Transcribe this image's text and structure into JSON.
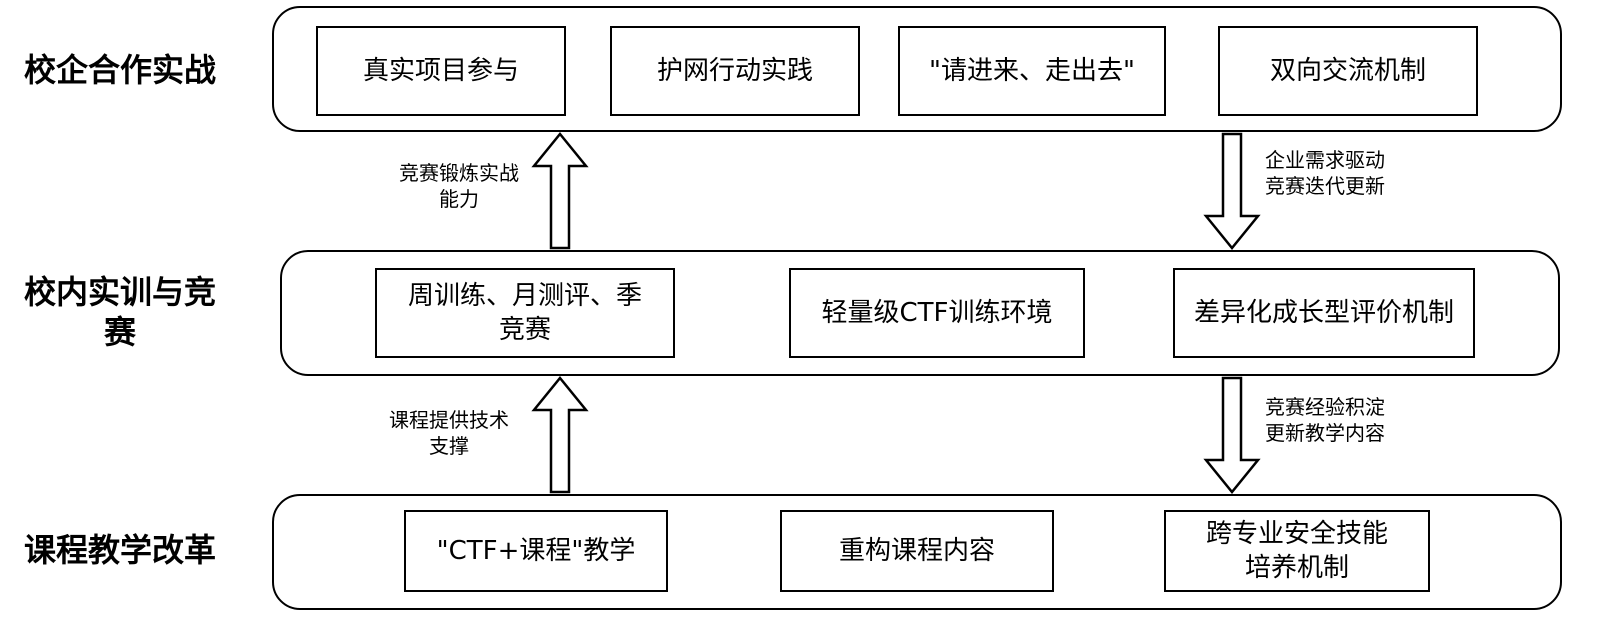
{
  "layers": {
    "top": {
      "label": "校企合作实战",
      "items": [
        "真实项目参与",
        "护网行动实践",
        "\"请进来、走出去\"",
        "双向交流机制"
      ]
    },
    "middle": {
      "label": "校内实训与竞赛",
      "items": [
        "周训练、月测评、季竞赛",
        "轻量级CTF训练环境",
        "差异化成长型评价机制"
      ]
    },
    "bottom": {
      "label": "课程教学改革",
      "items": [
        "\"CTF+课程\"教学",
        "重构课程内容",
        "跨专业安全技能培养机制"
      ]
    }
  },
  "arrows": {
    "mid_to_top": "竞赛锻炼实战能力",
    "top_to_mid": "企业需求驱动竞赛迭代更新",
    "bottom_to_mid": "课程提供技术支撑",
    "mid_to_bottom": "竞赛经验积淀更新教学内容"
  }
}
